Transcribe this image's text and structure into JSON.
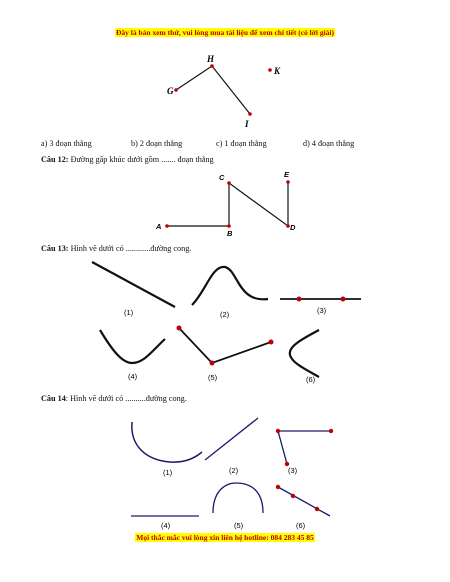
{
  "header_banner": "Đây là bản xem thử, vui lòng mua tài liệu để xem chi tiết (có lời giải)",
  "footer_banner": "Mọi thắc mắc vui lòng xin liên hệ hotline: 084 283 45 85",
  "figure1": {
    "points": [
      "H",
      "K",
      "G",
      "I"
    ]
  },
  "options": [
    "a) 3 đoạn thẳng",
    "b) 2 đoạn thẳng",
    "c) 1 đoạn thẳng",
    "d) 4 đoạn thẳng"
  ],
  "q12": {
    "label": "Câu 12:",
    "text": " Đường gấp khúc dưới gồm ....... đoạn thẳng",
    "points": [
      "C",
      "E",
      "A",
      "B",
      "D"
    ]
  },
  "q13": {
    "label": "Câu 13:",
    "text": " Hình vẽ dưới có ............đường cong.",
    "figure_labels": [
      "(1)",
      "(2)",
      "(3)",
      "(4)",
      "(5)",
      "(6)"
    ]
  },
  "q14": {
    "label": "Câu 14",
    "text": ": Hình vẽ dưới có ..........đường cong.",
    "figure_labels": [
      "(1)",
      "(2)",
      "(3)",
      "(4)",
      "(5)",
      "(6)"
    ]
  },
  "colors": {
    "banner_text": "#c00000",
    "banner_bg": "#ffff00",
    "point": "#c00000",
    "curve_q14": "#1a1a6e"
  }
}
